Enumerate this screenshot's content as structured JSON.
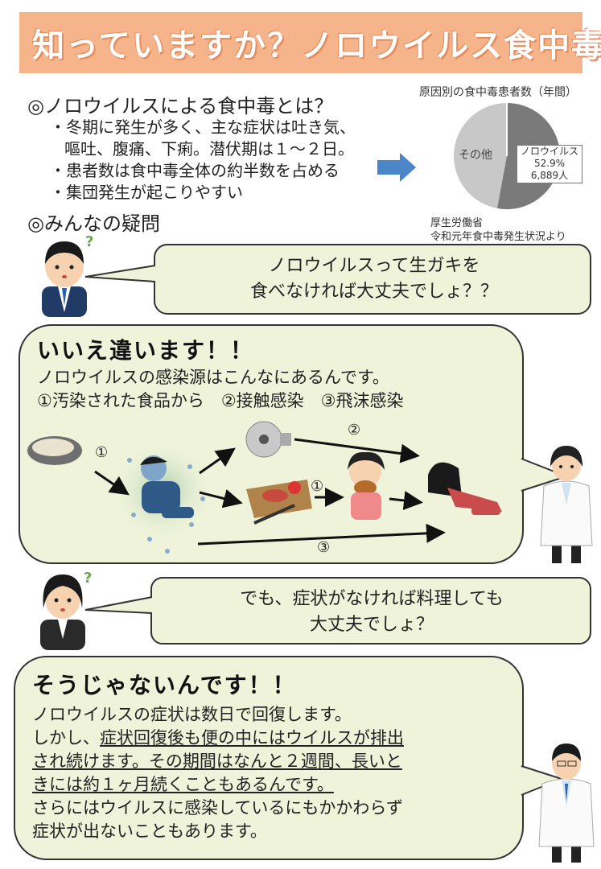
{
  "title": "知っていますか？ノロウイルス食中毒",
  "intro": {
    "heading": "◎ノロウイルスによる食中毒とは？",
    "bullets": [
      "・冬期に発生が多く、主な症状は吐き気、",
      "嘔吐、腹痛、下痢。潜伏期は１～２日。",
      "・患者数は食中毒全体の約半数を占める",
      "・集団発生が起こりやすい"
    ],
    "faq_heading": "◎みんなの疑問"
  },
  "chart_data": {
    "type": "pie",
    "title": "原因別の食中毒患者数（年間）",
    "slices": [
      {
        "name": "ノロウイルス",
        "percent": 52.9,
        "count_label": "6,889人",
        "color": "#7a7a7a"
      },
      {
        "name": "その他",
        "percent": 47.1,
        "color": "#c8c8c8"
      }
    ],
    "labels": {
      "noro_name": "ノロウイルス",
      "noro_percent": "52.9%",
      "noro_count": "6,889人",
      "other_name": "その他"
    },
    "source_lines": [
      "厚生労働省",
      "令和元年食中毒発生状況より"
    ]
  },
  "q1": {
    "lines": [
      "ノロウイルスって生ガキを",
      "食べなければ大丈夫でしょ？？"
    ]
  },
  "a1": {
    "heading": "いいえ違います！！",
    "lines": [
      "ノロウイルスの感染源はこんなにあるんです。",
      "①汚染された食品から　②接触感染　③飛沫感染"
    ],
    "route_labels": [
      "①",
      "②",
      "①",
      "③"
    ]
  },
  "q2": {
    "lines": [
      "でも、症状がなければ料理しても",
      "大丈夫でしょ？"
    ]
  },
  "a2": {
    "heading": "そうじゃないんです！！",
    "lines": [
      "ノロウイルスの症状は数日で回復します。",
      "しかし、",
      "症状回復後も便の中にはウイルスが排出",
      "され続けます。その期間はなんと２週間、長いと",
      "きには約１ヶ月続くこともあるんです。",
      "さらにはウイルスに感染しているにもかかわらず",
      "症状が出ないこともあります。"
    ]
  },
  "colors": {
    "banner": "#f6b48b",
    "bubble_fill": "#eef3d9",
    "arrow_blue": "#4a86c8"
  }
}
